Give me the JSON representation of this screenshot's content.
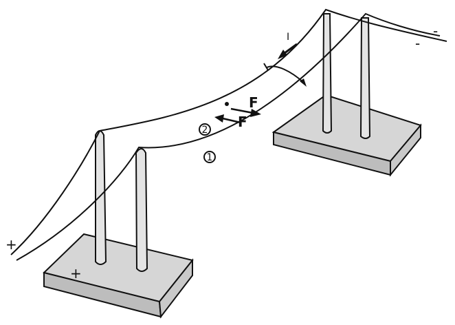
{
  "labels": {
    "force_upper": "F",
    "force_lower": "F",
    "wire_2": "2",
    "wire_1": "1",
    "plus_left": "+",
    "plus_base": "+",
    "current_upper": "I",
    "minus_right_1": "-",
    "minus_right_2": "-"
  },
  "colors": {
    "line": "#111111",
    "base_top": "#d6d6d6",
    "base_side": "#bdbdbd",
    "pole": "#e4e4e4"
  }
}
